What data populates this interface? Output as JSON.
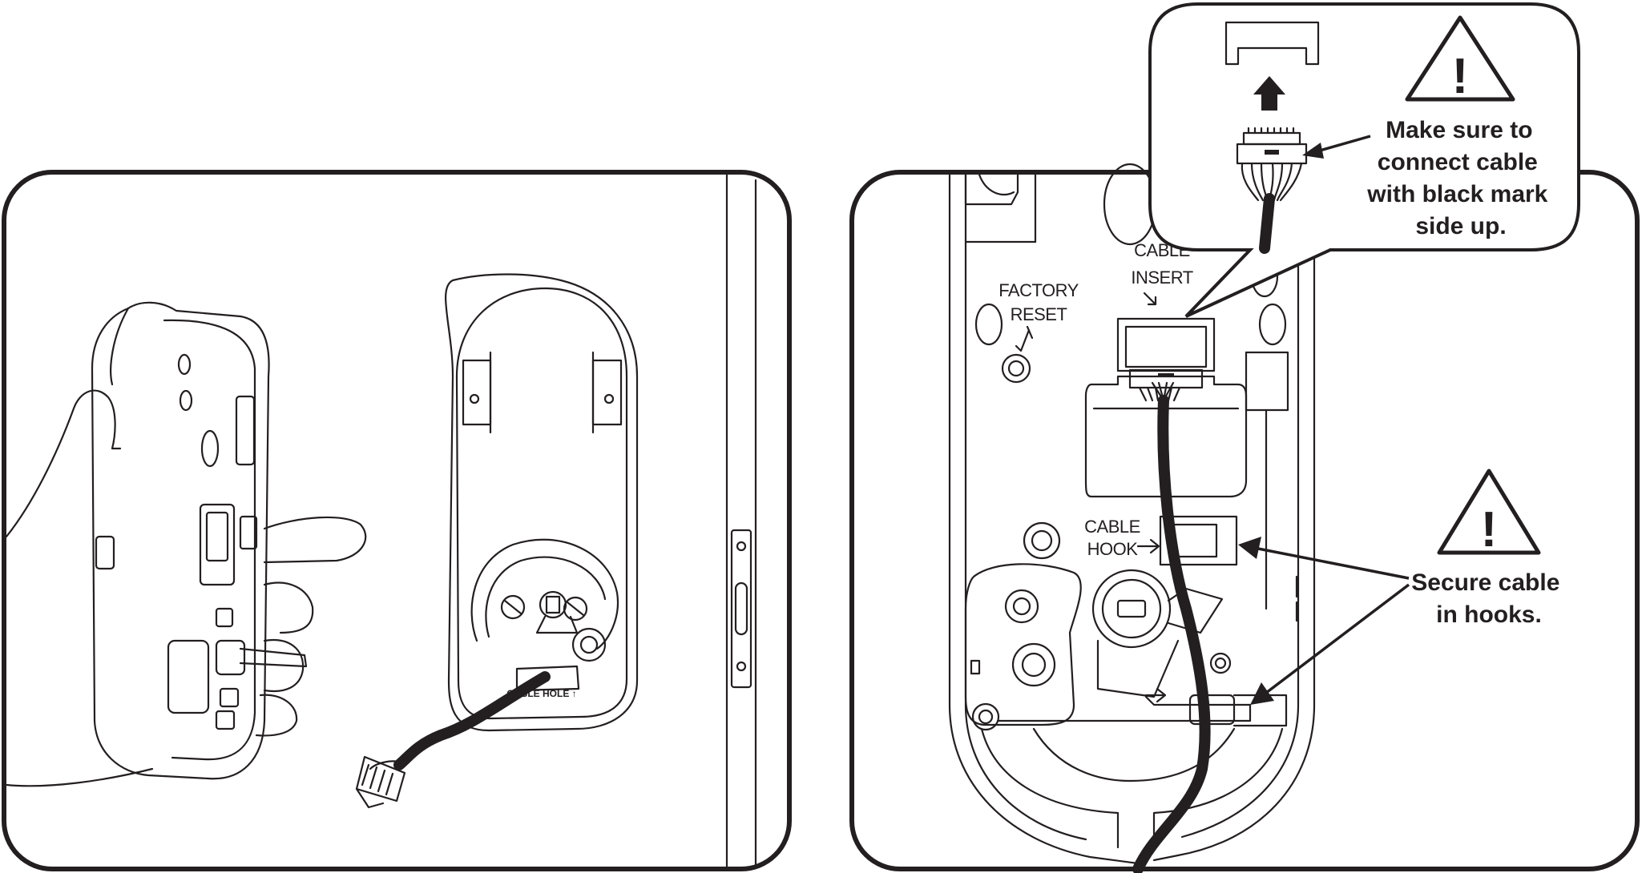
{
  "labels": {
    "cable_hole": "CABLE HOLE ↑",
    "factory_reset_line1": "FACTORY",
    "factory_reset_line2": "RESET",
    "cable_insert_line1": "CABLE",
    "cable_insert_line2": "INSERT",
    "cable_hook_line1": "CABLE",
    "cable_hook_line2": "HOOK"
  },
  "callouts": {
    "connect": {
      "lines": [
        "Make sure to",
        "connect cable",
        "with black mark",
        "side up."
      ]
    },
    "secure": {
      "lines": [
        "Secure cable",
        "in hooks."
      ]
    }
  },
  "warning_mark": "!",
  "colors": {
    "stroke": "#231f20",
    "background": "#ffffff"
  }
}
